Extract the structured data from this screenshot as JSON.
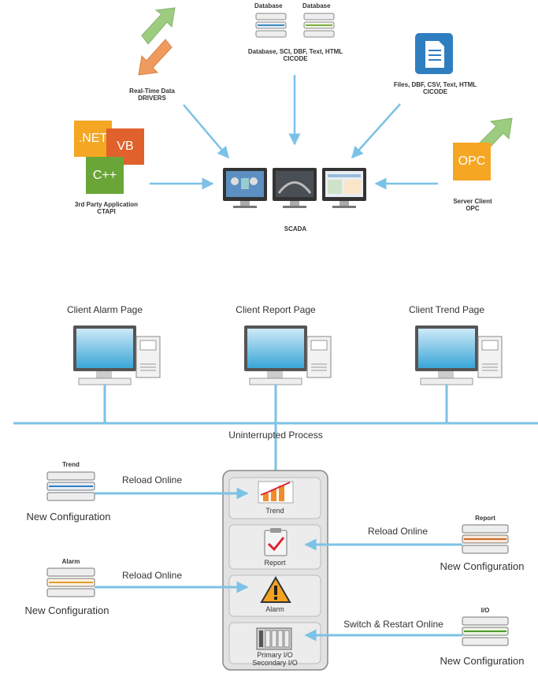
{
  "colors": {
    "link": "#7cc2e6",
    "green_arrow": "#9ccc7f",
    "orange_arrow": "#ef9a5e",
    "net_tile": "#f5a623",
    "vb_tile": "#e0612b",
    "cpp_tile": "#6aa637",
    "opc_tile": "#f5a623",
    "doc_icon": "#2f7ec0"
  },
  "top": {
    "db_left_label": "Database",
    "db_right_label": "Database",
    "db_caption_1": "Database, SCI, DBF, Text, HTML",
    "db_caption_2": "CICODE",
    "drivers_1": "Real-Time Data",
    "drivers_2": "DRIVERS",
    "files_1": "Files, DBF, CSV, Text, HTML",
    "files_2": "CICODE",
    "tile_net": ".NET",
    "tile_vb": "VB",
    "tile_cpp": "C++",
    "app_1": "3rd Party Application",
    "app_2": "CTAPI",
    "tile_opc": "OPC",
    "opc_1": "Server Client",
    "opc_2": "OPC",
    "scada": "SCADA"
  },
  "bottom": {
    "client_alarm": "Client Alarm Page",
    "client_report": "Client Report Page",
    "client_trend": "Client Trend Page",
    "process": "Uninterrupted Process",
    "trend_label": "Trend",
    "alarm_label": "Alarm",
    "report_label": "Report",
    "io_label": "I/O",
    "reload_1": "Reload Online",
    "reload_2": "Reload Online",
    "reload_3": "Reload Online",
    "switch": "Switch & Restart Online",
    "newconf_1": "New Configuration",
    "newconf_2": "New Configuration",
    "newconf_3": "New Configuration",
    "newconf_4": "New Configuration",
    "mod_trend": "Trend",
    "mod_report": "Report",
    "mod_alarm": "Alarm",
    "mod_io_1": "Primary I/O",
    "mod_io_2": "Secondary I/O"
  }
}
